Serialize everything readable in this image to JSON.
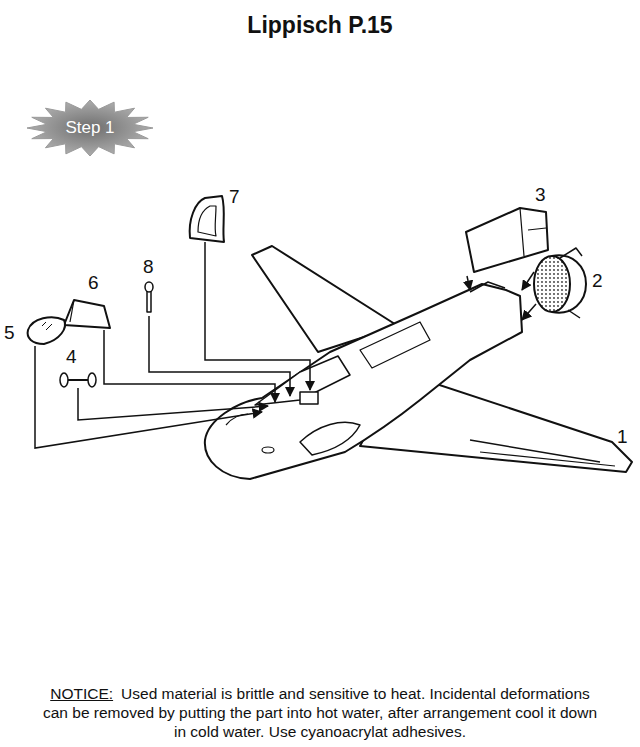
{
  "diagram": {
    "title": "Lippisch P.15",
    "nodes": [
      {
        "text": [
          "Step 1"
        ]
      }
    ],
    "labels": [
      "7",
      "3",
      "8",
      "6",
      "2",
      "5",
      "4",
      "1",
      "NOTICE:",
      "Used material is brittle and sensitive to heat. Incidental deformations can be removed by putting the part into hot water, after arrangement cool it down in cold water. Use cyanoacrylat adhesives."
    ]
  }
}
